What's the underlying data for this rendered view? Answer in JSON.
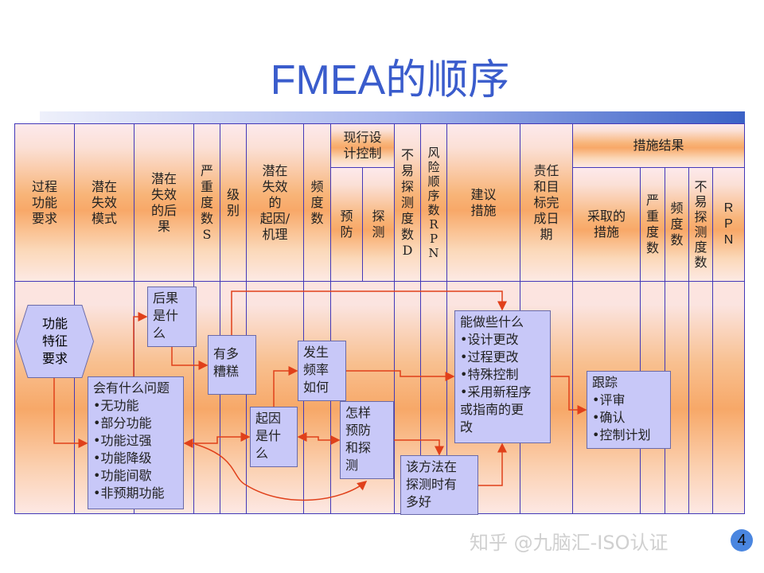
{
  "title": "FMEA的顺序",
  "header": {
    "c1": "过程\n功能\n要求",
    "c2": "潜在\n失效\n模式",
    "c3": "潜在\n失效\n的后\n果",
    "c4": "严\n重\n度\n数\nS",
    "c5": "级\n别",
    "c6": "潜在\n失效\n的\n起因/\n机理",
    "c7": "频\n度\n数",
    "c8": "现行设\n计控制",
    "c8a": "预\n防",
    "c8b": "探\n测",
    "c9": "不\n易\n探\n测\n度\n数\nD",
    "c10": "风\n险\n顺\n序\n数\nR\nP\nN",
    "c11": "建议\n措施",
    "c12": "责任\n和目\n标完\n成日\n期",
    "c13": "措施结果",
    "c13a": "采取的\n措施",
    "c13b": "严\n重\n度\n数",
    "c13c": "频\n度\n数",
    "c13d": "不\n易\n探\n测\n度\n数",
    "c13e": "R\nP\nN"
  },
  "boxes": {
    "function": "功能\n特征\n要求",
    "consequence": "后果\n是什\n么",
    "severity": "有多\n糟糕",
    "problems": "会有什么问题\n•无功能\n•部分功能\n•功能过强\n•功能降级\n•功能间歇\n•非预期功能",
    "occurrence": "发生\n频率\n如何",
    "cause": "起因\n是什\n么",
    "prevent": "怎样\n预防\n和探\n测",
    "actions": "能做些什么\n•设计更改\n•过程更改\n•特殊控制\n•采用新程序\n或指南的更\n改",
    "detection": "该方法在\n探测时有\n多好",
    "followup": " 跟踪\n•评审\n•确认\n•控制计划"
  },
  "colors": {
    "title": "#3a5ccc",
    "arrow": "#e0401a",
    "box": "#c8c8f8",
    "grid": "#4338b8"
  },
  "watermark": "知乎 @九脑汇-ISO认证",
  "page_number": "4"
}
